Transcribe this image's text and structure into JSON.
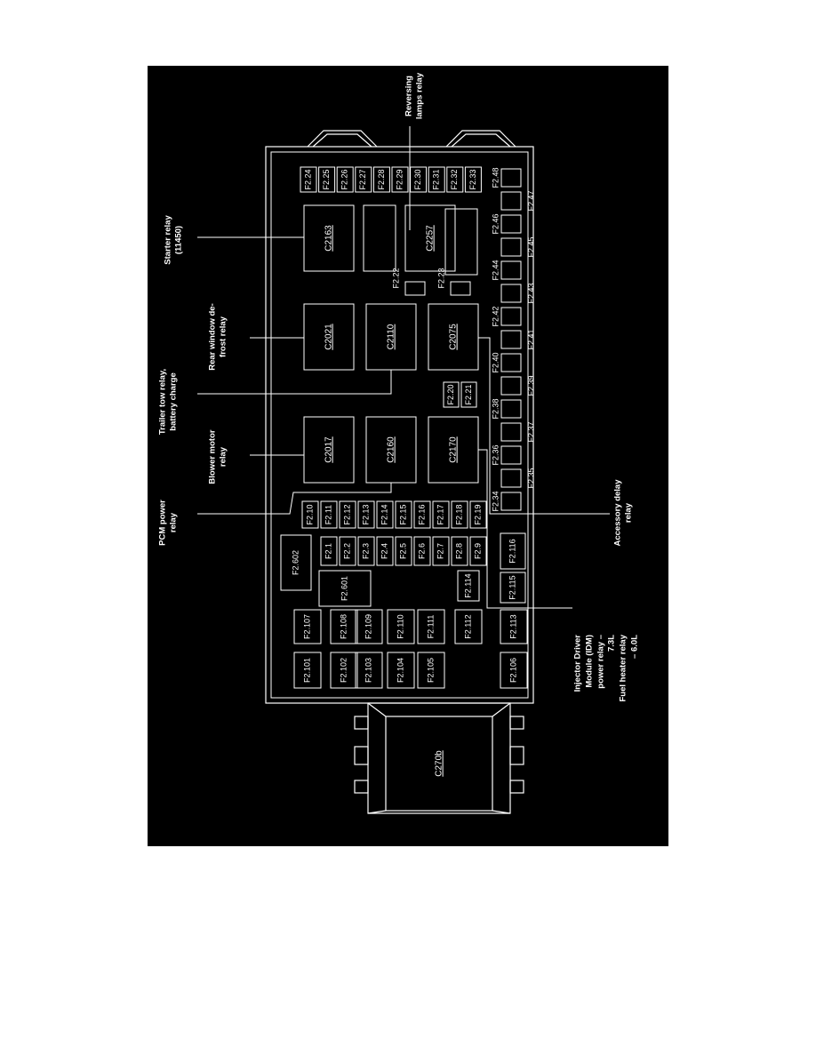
{
  "relays": [
    {
      "id": "c2163",
      "label": "C2163"
    },
    {
      "id": "c2257",
      "label": "C2257"
    },
    {
      "id": "c2021",
      "label": "C2021"
    },
    {
      "id": "c2110",
      "label": "C2110"
    },
    {
      "id": "c2075",
      "label": "C2075"
    },
    {
      "id": "c2017",
      "label": "C2017"
    },
    {
      "id": "c2160",
      "label": "C2160"
    },
    {
      "id": "c2170",
      "label": "C2170"
    },
    {
      "id": "c270b",
      "label": "C270b"
    }
  ],
  "fuses": {
    "top_row": [
      "F2.24",
      "F2.25",
      "F2.26",
      "F2.27",
      "F2.28",
      "F2.29",
      "F2.30",
      "F2.31",
      "F2.32",
      "F2.33"
    ],
    "mid_small": [
      "F2.22",
      "F2.23",
      "F2.20",
      "F2.21"
    ],
    "right_top": [
      "F2.48",
      "F2.47",
      "F2.46",
      "F2.45",
      "F2.44",
      "F2.43",
      "F2.42",
      "F2.41",
      "F2.40",
      "F2.39",
      "F2.38",
      "F2.37",
      "F2.36",
      "F2.35",
      "F2.34"
    ],
    "col_a": [
      "F2.10",
      "F2.11",
      "F2.12",
      "F2.13",
      "F2.14",
      "F2.15",
      "F2.16",
      "F2.17",
      "F2.18",
      "F2.19"
    ],
    "col_b": [
      "F2.1",
      "F2.2",
      "F2.3",
      "F2.4",
      "F2.5",
      "F2.6",
      "F2.7",
      "F2.8",
      "F2.9"
    ],
    "maxi": [
      "F2.602",
      "F2.601",
      "F2.114",
      "F2.116",
      "F2.115"
    ],
    "bottom_upper": [
      "F2.107",
      "F2.108",
      "F2.109",
      "F2.110",
      "F2.111",
      "F2.112",
      "F2.113"
    ],
    "bottom_lower": [
      "F2.101",
      "F2.102",
      "F2.103",
      "F2.104",
      "F2.105",
      "F2.106"
    ]
  },
  "callouts": {
    "reversing": [
      "Reversing",
      "lamps relay"
    ],
    "starter": [
      "Starter relay",
      "(11450)"
    ],
    "rear_window": [
      "Rear window de-",
      "frost relay"
    ],
    "trailer": [
      "Trailer tow relay,",
      "battery charge"
    ],
    "blower": [
      "Blower motor",
      "relay"
    ],
    "pcm": [
      "PCM power",
      "relay"
    ],
    "accessory": [
      "Accessory delay",
      "relay"
    ],
    "idm": [
      "Injector Driver",
      "Module (IDM)",
      "power relay –",
      "7.3L",
      "Fuel heater relay",
      "– 6.0L"
    ]
  },
  "colors": {
    "background": "#000000",
    "lines": "#ffffff",
    "page": "#ffffff"
  }
}
